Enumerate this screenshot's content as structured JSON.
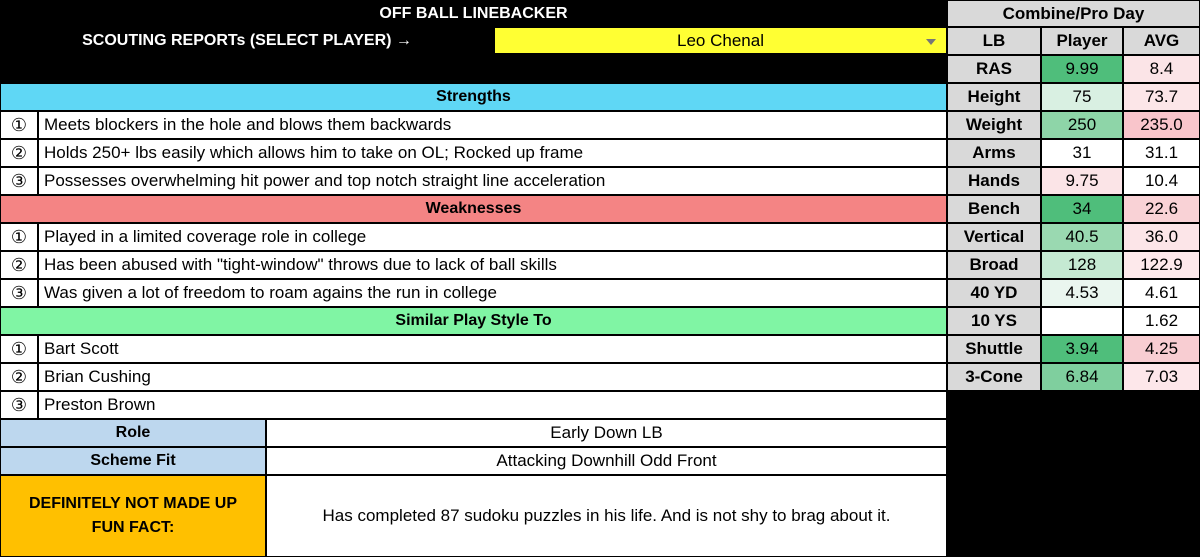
{
  "header": {
    "title": "OFF BALL LINEBACKER",
    "select_label": "SCOUTING REPORTs (SELECT PLAYER) →",
    "selected_player": "Leo Chenal"
  },
  "strengths": {
    "title": "Strengths",
    "color": "#5fd7f5",
    "items": [
      {
        "num": "①",
        "text": "Meets blockers in the hole and blows them backwards"
      },
      {
        "num": "②",
        "text": "Holds 250+ lbs easily which allows him to take on OL; Rocked up frame"
      },
      {
        "num": "③",
        "text": "Possesses overwhelming hit power and top notch straight line acceleration"
      }
    ]
  },
  "weaknesses": {
    "title": "Weaknesses",
    "color": "#f48484",
    "items": [
      {
        "num": "①",
        "text": "Played in a limited coverage role in college"
      },
      {
        "num": "②",
        "text": "Has been abused with \"tight-window\" throws due to lack of ball skills"
      },
      {
        "num": "③",
        "text": "Was given a lot of freedom to roam agains the run in college"
      }
    ]
  },
  "similar": {
    "title": "Similar Play Style To",
    "color": "#80f5a4",
    "items": [
      {
        "num": "①",
        "text": "Bart Scott"
      },
      {
        "num": "②",
        "text": "Brian Cushing"
      },
      {
        "num": "③",
        "text": "Preston Brown"
      }
    ]
  },
  "info": {
    "role_label": "Role",
    "role_value": "Early Down LB",
    "scheme_label": "Scheme Fit",
    "scheme_value": "Attacking Downhill Odd Front",
    "fun_label": "DEFINITELY NOT MADE UP FUN FACT:",
    "fun_value": "Has completed 87 sudoku puzzles in his life. And is not shy to brag about it.",
    "fun_color": "#ffc000"
  },
  "combine": {
    "title": "Combine/Pro Day",
    "headers": [
      "LB",
      "Player",
      "AVG"
    ],
    "rows": [
      {
        "label": "RAS",
        "player": "9.99",
        "avg": "8.4",
        "player_color": "#4fbe7b",
        "avg_color": "#fbe4e7"
      },
      {
        "label": "Height",
        "player": "75",
        "avg": "73.7",
        "player_color": "#d9f0e2",
        "avg_color": "#fce6e8"
      },
      {
        "label": "Weight",
        "player": "250",
        "avg": "235.0",
        "player_color": "#8ed5a8",
        "avg_color": "#f9c5cb"
      },
      {
        "label": "Arms",
        "player": "31",
        "avg": "31.1",
        "player_color": "#ffffff",
        "avg_color": "#ffffff"
      },
      {
        "label": "Hands",
        "player": "9.75",
        "avg": "10.4",
        "player_color": "#fbe4e7",
        "avg_color": "#ffffff"
      },
      {
        "label": "Bench",
        "player": "34",
        "avg": "22.6",
        "player_color": "#4fbe7b",
        "avg_color": "#f9d2d6"
      },
      {
        "label": "Vertical",
        "player": "40.5",
        "avg": "36.0",
        "player_color": "#9ad9b1",
        "avg_color": "#fce5e8"
      },
      {
        "label": "Broad",
        "player": "128",
        "avg": "122.9",
        "player_color": "#c5e9d2",
        "avg_color": "#fde9eb"
      },
      {
        "label": "40 YD",
        "player": "4.53",
        "avg": "4.61",
        "player_color": "#eaf6ef",
        "avg_color": "#ffffff"
      },
      {
        "label": "10 YS",
        "player": "",
        "avg": "1.62",
        "player_color": "#ffffff",
        "avg_color": "#ffffff"
      },
      {
        "label": "Shuttle",
        "player": "3.94",
        "avg": "4.25",
        "player_color": "#4fbe7b",
        "avg_color": "#f8cdd2"
      },
      {
        "label": "3-Cone",
        "player": "6.84",
        "avg": "7.03",
        "player_color": "#7fcf9e",
        "avg_color": "#fde7ea"
      }
    ]
  }
}
